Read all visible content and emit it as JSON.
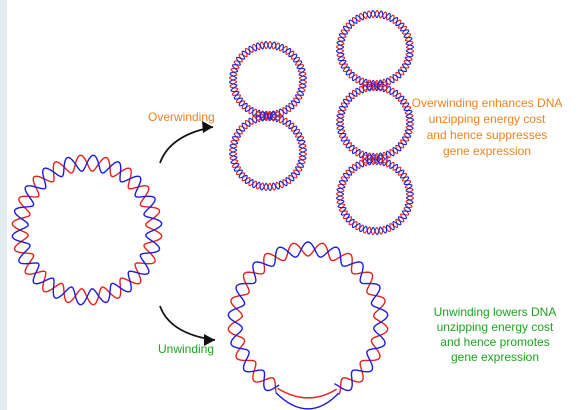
{
  "labels": {
    "overwinding": "Overwinding",
    "unwinding": "Unwinding"
  },
  "notes": {
    "overwinding": [
      "Overwinding enhances DNA",
      "unzipping energy cost",
      "and hence suppresses",
      "gene expression"
    ],
    "unwinding": [
      "Unwinding lowers DNA",
      "unzipping energy cost",
      "and hence promotes",
      "gene expression"
    ]
  },
  "colors": {
    "strand_a": "#e2231a",
    "strand_b": "#1c1ce0",
    "overwinding_text": "#f0821e",
    "unwinding_text": "#1fa21f",
    "arrow": "#111111",
    "side_bar": "#e3ecef"
  }
}
